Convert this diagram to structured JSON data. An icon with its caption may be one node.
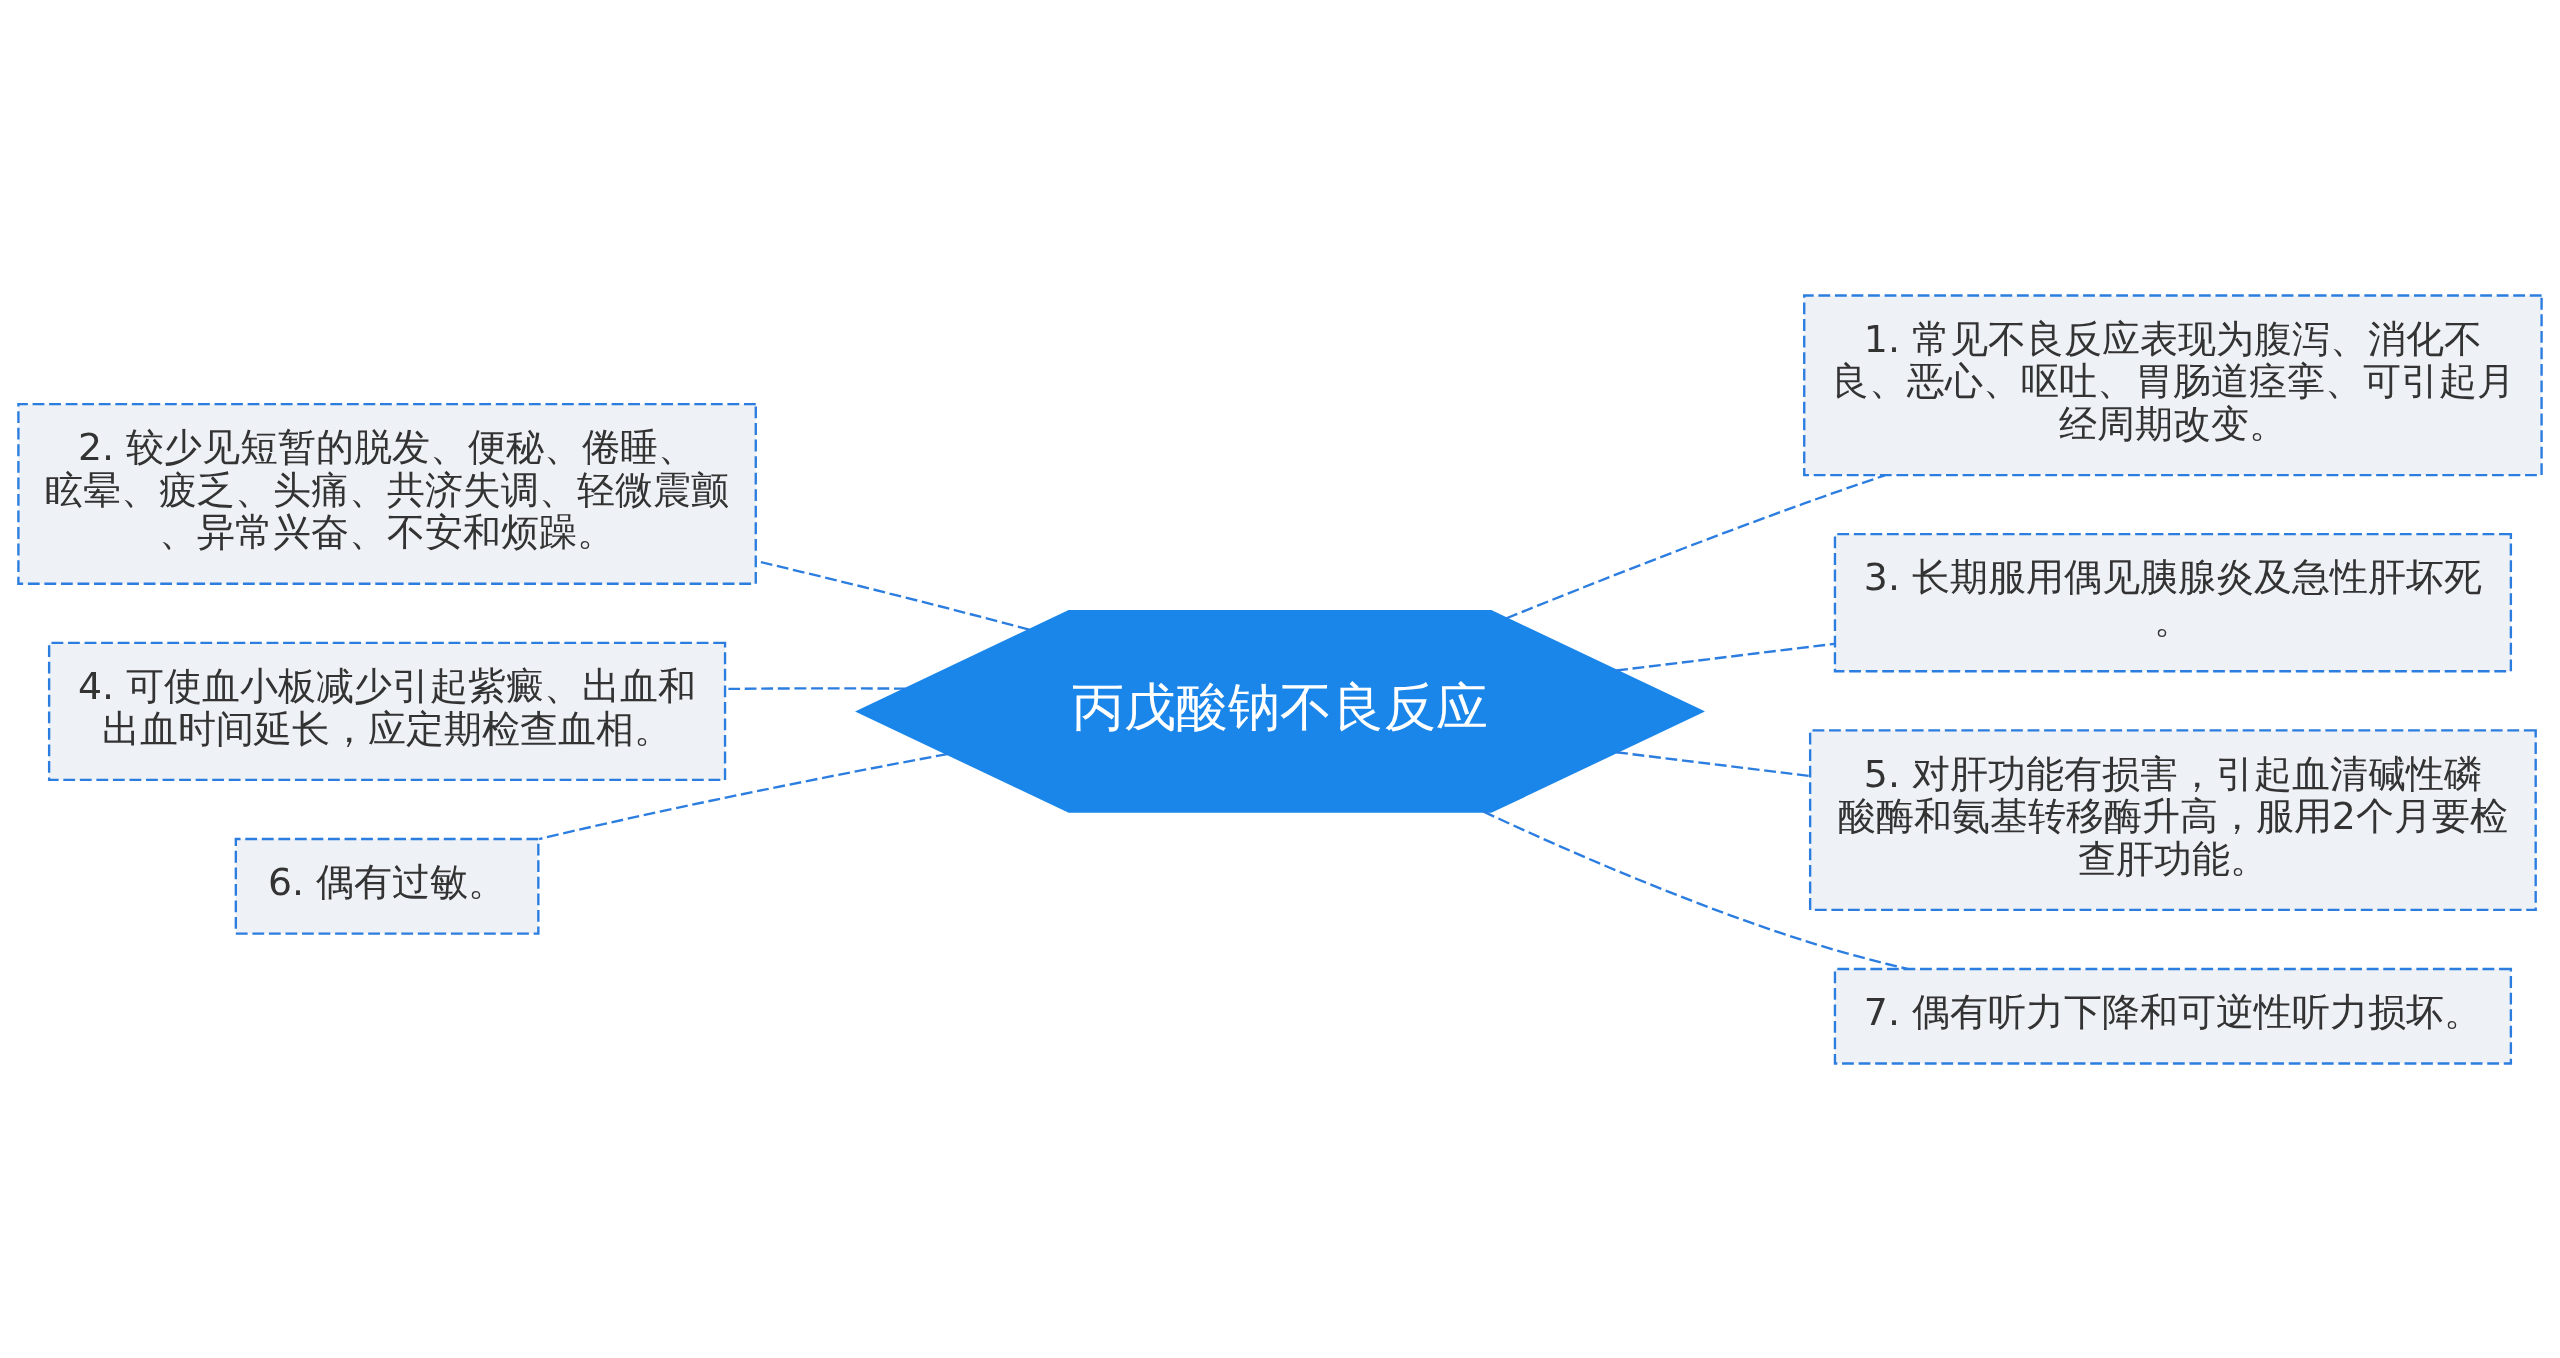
{
  "diagram": {
    "nodes": [
      {
        "text": [
          "丙戊酸钠不良反应"
        ]
      },
      {
        "text": [
          "1. 常见不良反应表现为腹泻、消化不良、恶心、呕吐、胃肠道痉挛、可引起月经周期改变。"
        ]
      },
      {
        "text": [
          "2. 较少见短暂的脱发、便秘、倦睡、眩晕、疲乏、头痛、共济失调、轻微震颤、异常兴奋、不安和烦躁。"
        ]
      },
      {
        "text": [
          "3. 长期服用偶见胰腺炎及急性肝坏死。"
        ]
      },
      {
        "text": [
          "4. 可使血小板减少引起紫癜、出血和出血时间延长，应定期检查血相。"
        ]
      },
      {
        "text": [
          "5. 对肝功能有损害，引起血清碱性磷酸酶和氨基转移酶升高，服用2个月要检查肝功能。"
        ]
      },
      {
        "text": [
          "6. 偶有过敏。"
        ]
      },
      {
        "text": [
          "7. 偶有听力下降和可逆性听力损坏。"
        ]
      }
    ],
    "edges": [
      {
        "from": 0,
        "to": 1,
        "arrow": "none",
        "style": "dashed"
      },
      {
        "from": 0,
        "to": 2,
        "arrow": "none",
        "style": "dashed"
      },
      {
        "from": 0,
        "to": 3,
        "arrow": "none",
        "style": "dashed"
      },
      {
        "from": 0,
        "to": 4,
        "arrow": "none",
        "style": "dashed"
      },
      {
        "from": 0,
        "to": 5,
        "arrow": "none",
        "style": "dashed"
      },
      {
        "from": 0,
        "to": 6,
        "arrow": "none",
        "style": "dashed"
      },
      {
        "from": 0,
        "to": 7,
        "arrow": "none",
        "style": "dashed"
      }
    ]
  }
}
